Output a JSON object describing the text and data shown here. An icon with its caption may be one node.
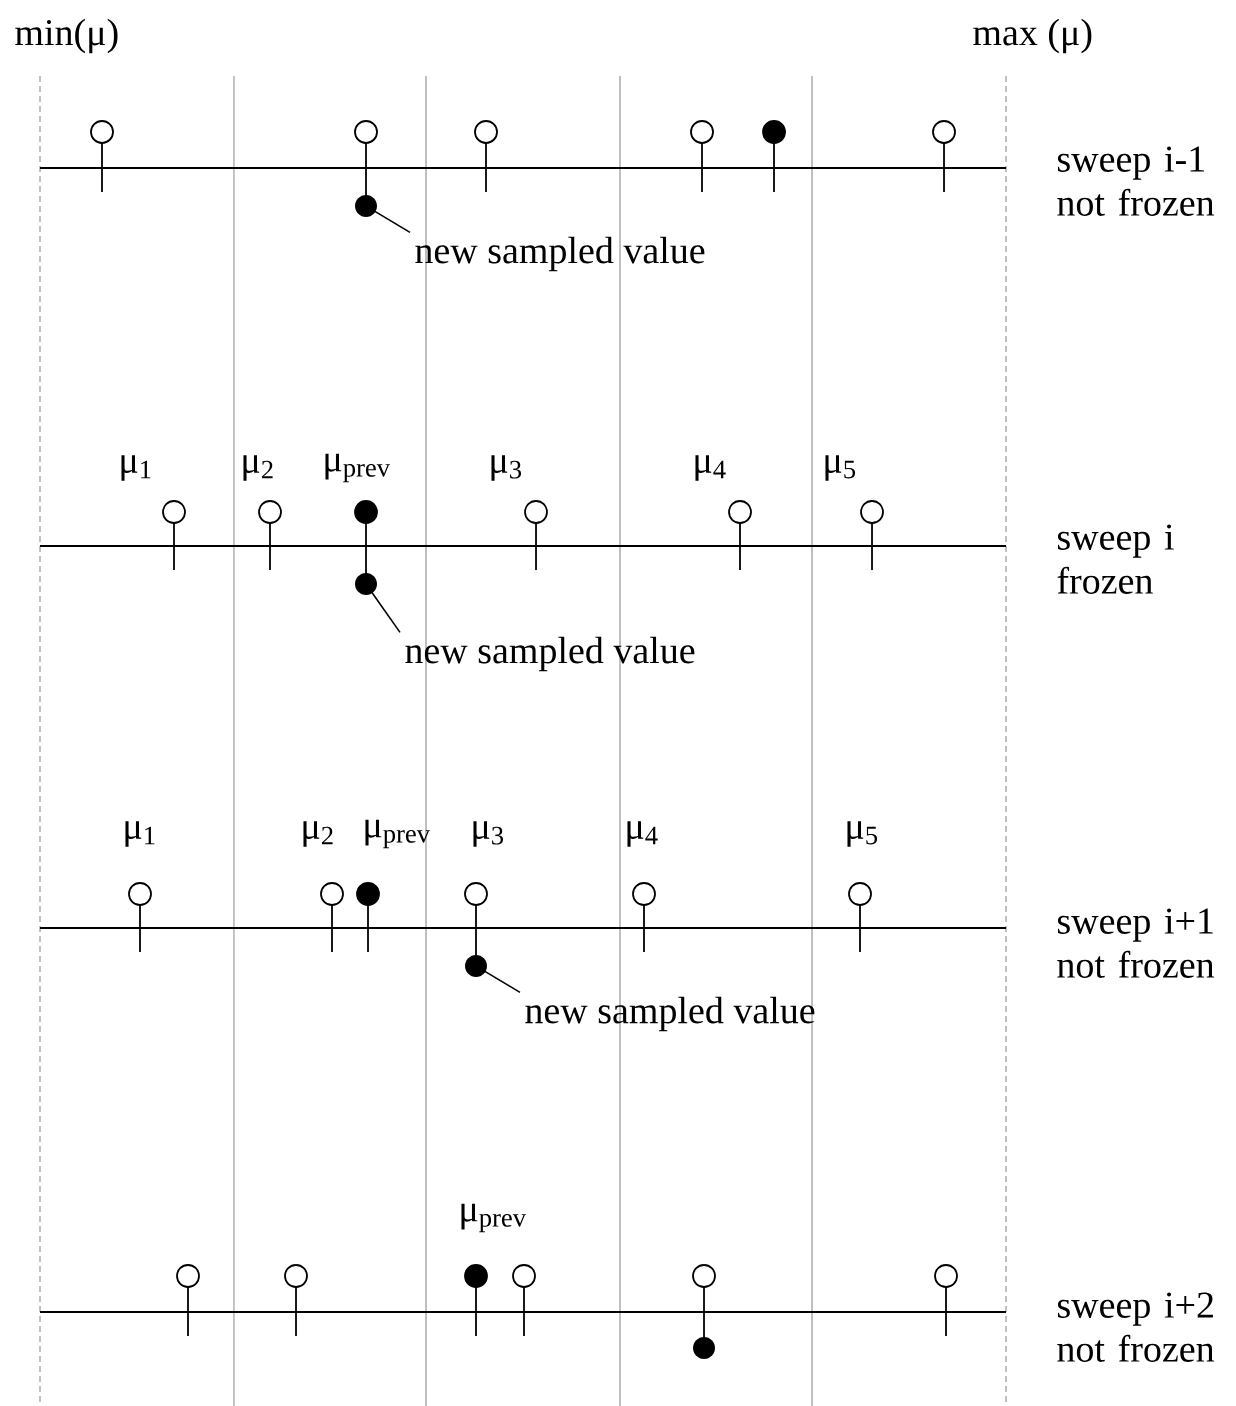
{
  "diagram": {
    "nodes": [
      {
        "text": [],
        "shape": "circle"
      },
      {
        "text": [
          "new sampled value"
        ]
      },
      {
        "text": [],
        "shape": "circle"
      },
      {
        "text": [
          "new sampled value"
        ]
      },
      {
        "text": [],
        "shape": "circle"
      },
      {
        "text": [
          "new sampled value"
        ]
      },
      {
        "text": [],
        "shape": "circle"
      }
    ],
    "edges": [
      {
        "from": 1,
        "to": 0,
        "arrow": "none"
      },
      {
        "from": 3,
        "to": 2,
        "arrow": "none"
      },
      {
        "from": 5,
        "to": 4,
        "arrow": "none"
      }
    ],
    "labels": [
      "min(μ)",
      "max (μ)",
      "sweep i-1 not frozen",
      "μ$_{1}$",
      "μ$_{2}$",
      "μ$_{prev}$",
      "μ$_{3}$",
      "μ$_{4}$",
      "μ$_{5}$",
      "sweep i frozen",
      "μ$_{1}$",
      "μ$_{2}$",
      "μ$_{prev}$",
      "μ$_{3}$",
      "μ$_{4}$",
      "μ$_{5}$",
      "sweep i+1 not frozen",
      "μ$_{prev}$",
      "sweep i+2 not frozen"
    ]
  }
}
